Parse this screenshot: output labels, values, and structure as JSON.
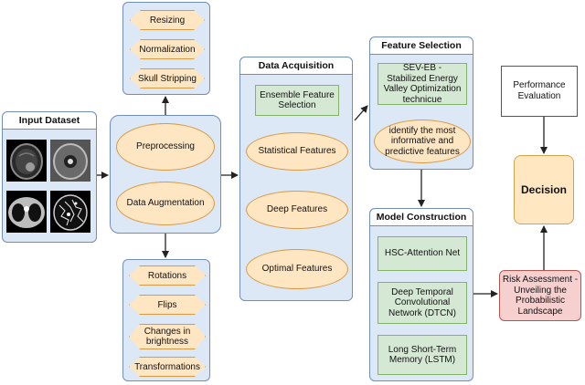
{
  "preprocess_steps": [
    "Resizing",
    "Normalization",
    "Skull Stripping"
  ],
  "input_dataset": {
    "title": "Input Dataset"
  },
  "center_ellipses": {
    "preprocessing": "Preprocessing",
    "augmentation": "Data Augmentation"
  },
  "augment_steps": [
    "Rotations",
    "Flips",
    "Changes in brightness",
    "Transformations"
  ],
  "data_acquisition": {
    "title": "Data Acquisition",
    "ensemble": "Ensemble Feature Selection",
    "features": [
      "Statistical Features",
      "Deep Features",
      "Optimal Features"
    ]
  },
  "feature_selection": {
    "title": "Feature Selection",
    "box": "SEV-EB - Stabilized Energy Valley Optimization technicue",
    "ellipse": "identify the most informative and predictive features"
  },
  "model_construction": {
    "title": "Model Construction",
    "models": [
      "HSC-Attention Net",
      "Deep Temporal Convolutional Network (DTCN)",
      "Long Short-Term Memory (LSTM)"
    ]
  },
  "performance": "Performance Evaluation",
  "decision": "Decision",
  "risk": "Risk Assessment - Unveiling the Probabilistic Landscape",
  "colors": {
    "panel": "#dce8f6",
    "panel_border": "#6f8fba",
    "orange_fill": "#ffe6c3",
    "orange_border": "#d89a45",
    "green_fill": "#d5e8d4",
    "green_border": "#82b366",
    "red_fill": "#f6cfcf",
    "red_border": "#b85450"
  }
}
